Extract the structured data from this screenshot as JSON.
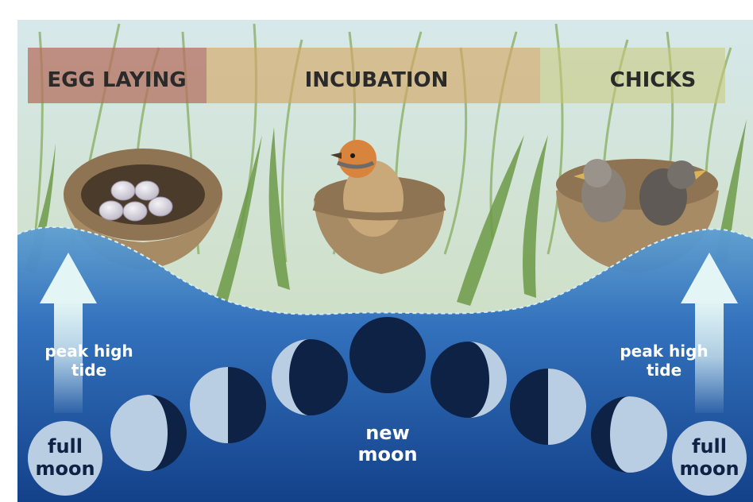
{
  "stages": [
    {
      "label": "EGG LAYING",
      "color": "#b4705f"
    },
    {
      "label": "INCUBATION",
      "color": "#d4a865"
    },
    {
      "label": "CHICKS",
      "color": "#c9c878"
    }
  ],
  "tide": {
    "left_label": [
      "peak high",
      "tide"
    ],
    "right_label": [
      "peak high",
      "tide"
    ]
  },
  "moons": {
    "full_left": [
      "full",
      "moon"
    ],
    "new": [
      "new",
      "moon"
    ],
    "full_right": [
      "full",
      "moon"
    ]
  },
  "colors": {
    "water_top": "#3a7ec4",
    "water_bottom": "#0f3d8a",
    "moon_light": "#b9cde3",
    "moon_dark": "#0e2245",
    "grass": "#7fa45a",
    "nest": "#a78b64",
    "tide_arrow": "#e3f5f5"
  }
}
